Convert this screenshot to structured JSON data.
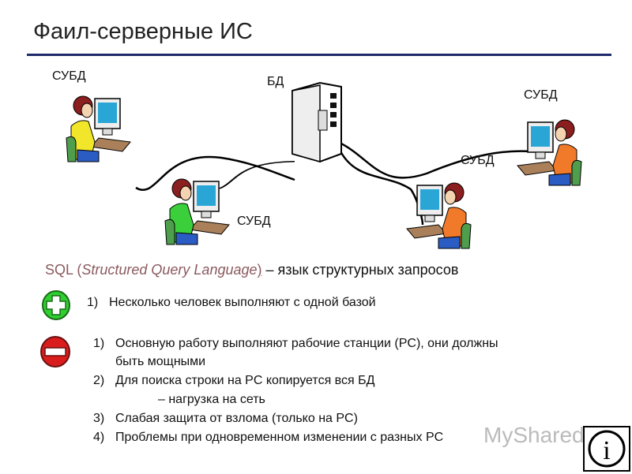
{
  "slide": {
    "title": "Фаил-серверные ИС",
    "diagram": {
      "server_label": "БД",
      "client_labels": [
        "СУБД",
        "СУБД",
        "СУБД",
        "СУБД"
      ],
      "shirt_colors": [
        "#f2e62a",
        "#3ccf3c",
        "#f07a2a",
        "#f07a2a"
      ]
    },
    "sql_line": {
      "abbr": "SQL",
      "open": " (",
      "full": "Structured Query Language",
      "close": ")",
      "rest": " – язык структурных запросов"
    },
    "pros": {
      "icon": "plus-icon",
      "items": [
        {
          "num": "1)",
          "text": "Несколько человек выполняют с одной базой"
        }
      ]
    },
    "cons": {
      "icon": "minus-icon",
      "items": [
        {
          "num": "1)",
          "text": "Основную работу выполняют рабочие станции (PC), они должны",
          "cont": "быть мощными"
        },
        {
          "num": "2)",
          "text": "Для поиска  строки на PC копируется вся БД",
          "cont": "– нагрузка на сеть"
        },
        {
          "num": "3)",
          "text": "Слабая защита от взлома (только на PC)"
        },
        {
          "num": "4)",
          "text": "Проблемы при одновременном изменении с разных PC"
        }
      ]
    },
    "watermark": "MyShared"
  }
}
